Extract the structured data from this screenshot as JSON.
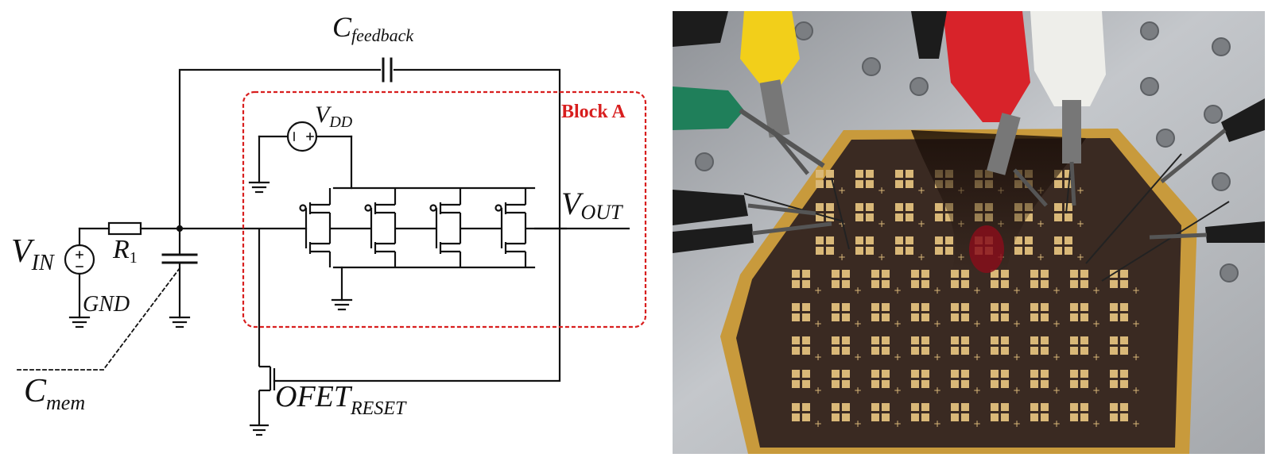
{
  "schematic": {
    "labels": {
      "vin": {
        "main": "V",
        "sub": "IN"
      },
      "r1": {
        "main": "R",
        "sub": "1"
      },
      "gnd": "GND",
      "cmem": {
        "main": "C",
        "sub": "mem"
      },
      "cfeedback": {
        "main": "C",
        "sub": "feedback"
      },
      "vdd": {
        "main": "V",
        "sub": "DD"
      },
      "vout": {
        "main": "V",
        "sub": "OUT"
      },
      "ofet_reset": {
        "main": "OFET",
        "sub": "RESET"
      },
      "block_a": "Block A"
    },
    "colors": {
      "wire": "#111111",
      "block_outline": "#d81e1e"
    }
  },
  "photo": {
    "subject": "flexible-circuit-chip-with-probe-clips",
    "colors": {
      "background_metal": "#b9bcc0",
      "substrate": "#3a2a22",
      "kapton_edge": "#c89a3c",
      "gold_pads": "#d9b878",
      "clip_yellow": "#f2cf1a",
      "clip_red": "#d8232a",
      "clip_white": "#eeeeea",
      "clip_green": "#1f7f5a",
      "clip_black": "#1c1c1c"
    }
  }
}
